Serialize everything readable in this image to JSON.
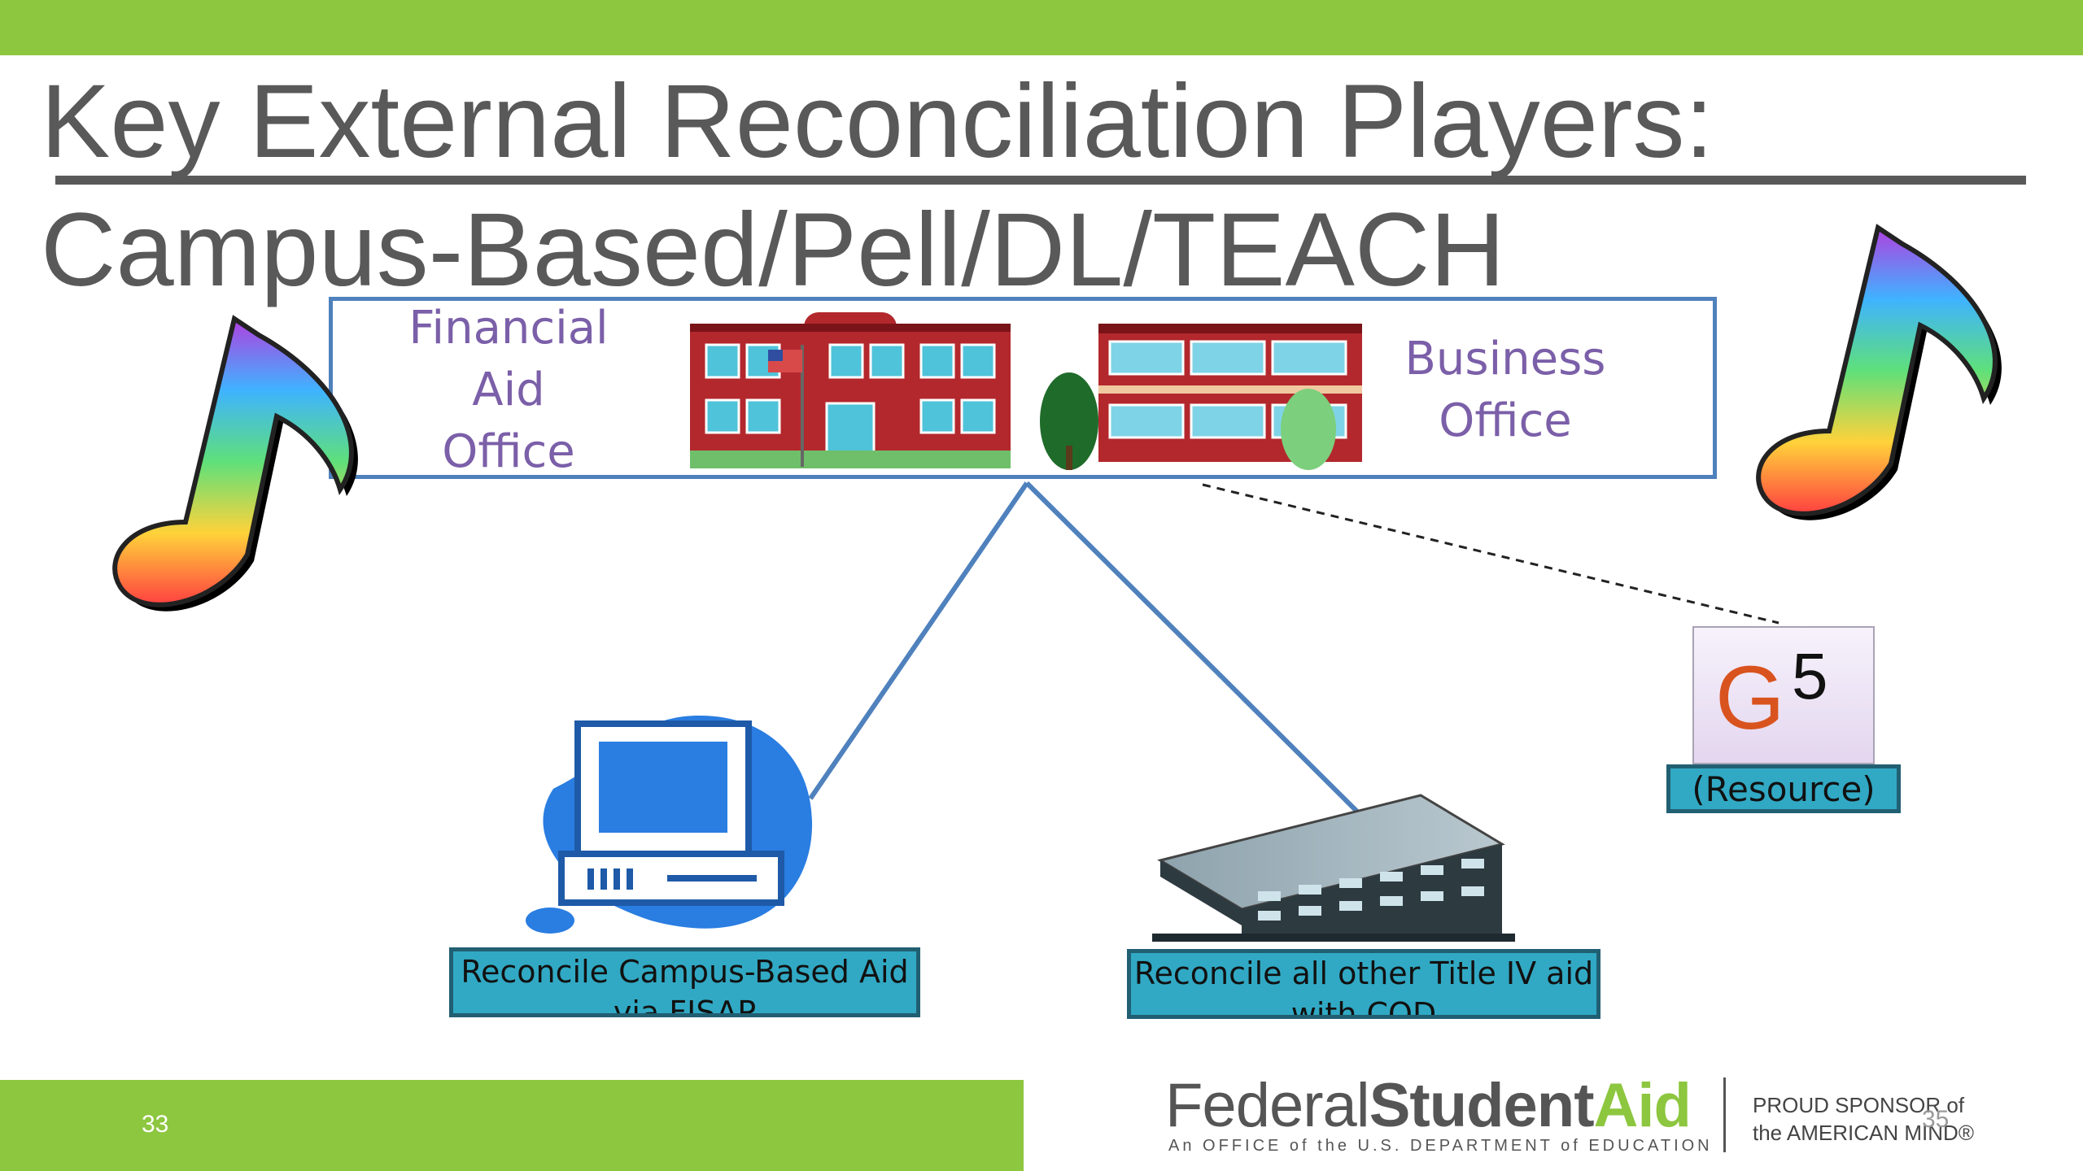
{
  "title": {
    "line1": "Key External Reconciliation Players:",
    "line2": "Campus-Based/Pell/DL/TEACH"
  },
  "offices": {
    "financial_aid_label": [
      "Financial",
      "Aid",
      "Office"
    ],
    "business_label": [
      "Business",
      "Office"
    ]
  },
  "boxes": {
    "fisap": [
      "Reconcile Campus-Based Aid",
      "via FISAP"
    ],
    "cod": [
      "Reconcile all other Title IV aid",
      "with COD"
    ],
    "resource": "(Resource)"
  },
  "g5": {
    "letter": "G",
    "number": "5"
  },
  "footer": {
    "page_number": "33",
    "slide_number": "35",
    "logo_federal": "Federal",
    "logo_student": "Student",
    "logo_aid": "Aid",
    "logo_subtitle": "An OFFICE of the U.S. DEPARTMENT of EDUCATION",
    "sponsor_line1": "PROUD SPONSOR of",
    "sponsor_line2": "the AMERICAN MIND®"
  },
  "colors": {
    "accent_green": "#8dc63f",
    "box_teal": "#31a9c4",
    "box_border": "#4f81bd",
    "label_purple": "#7b5fa8",
    "computer_blue": "#2a7de1"
  },
  "icons": [
    "music-note-icon",
    "school-building-icon",
    "office-building-icon",
    "computer-icon",
    "cod-building-icon"
  ]
}
